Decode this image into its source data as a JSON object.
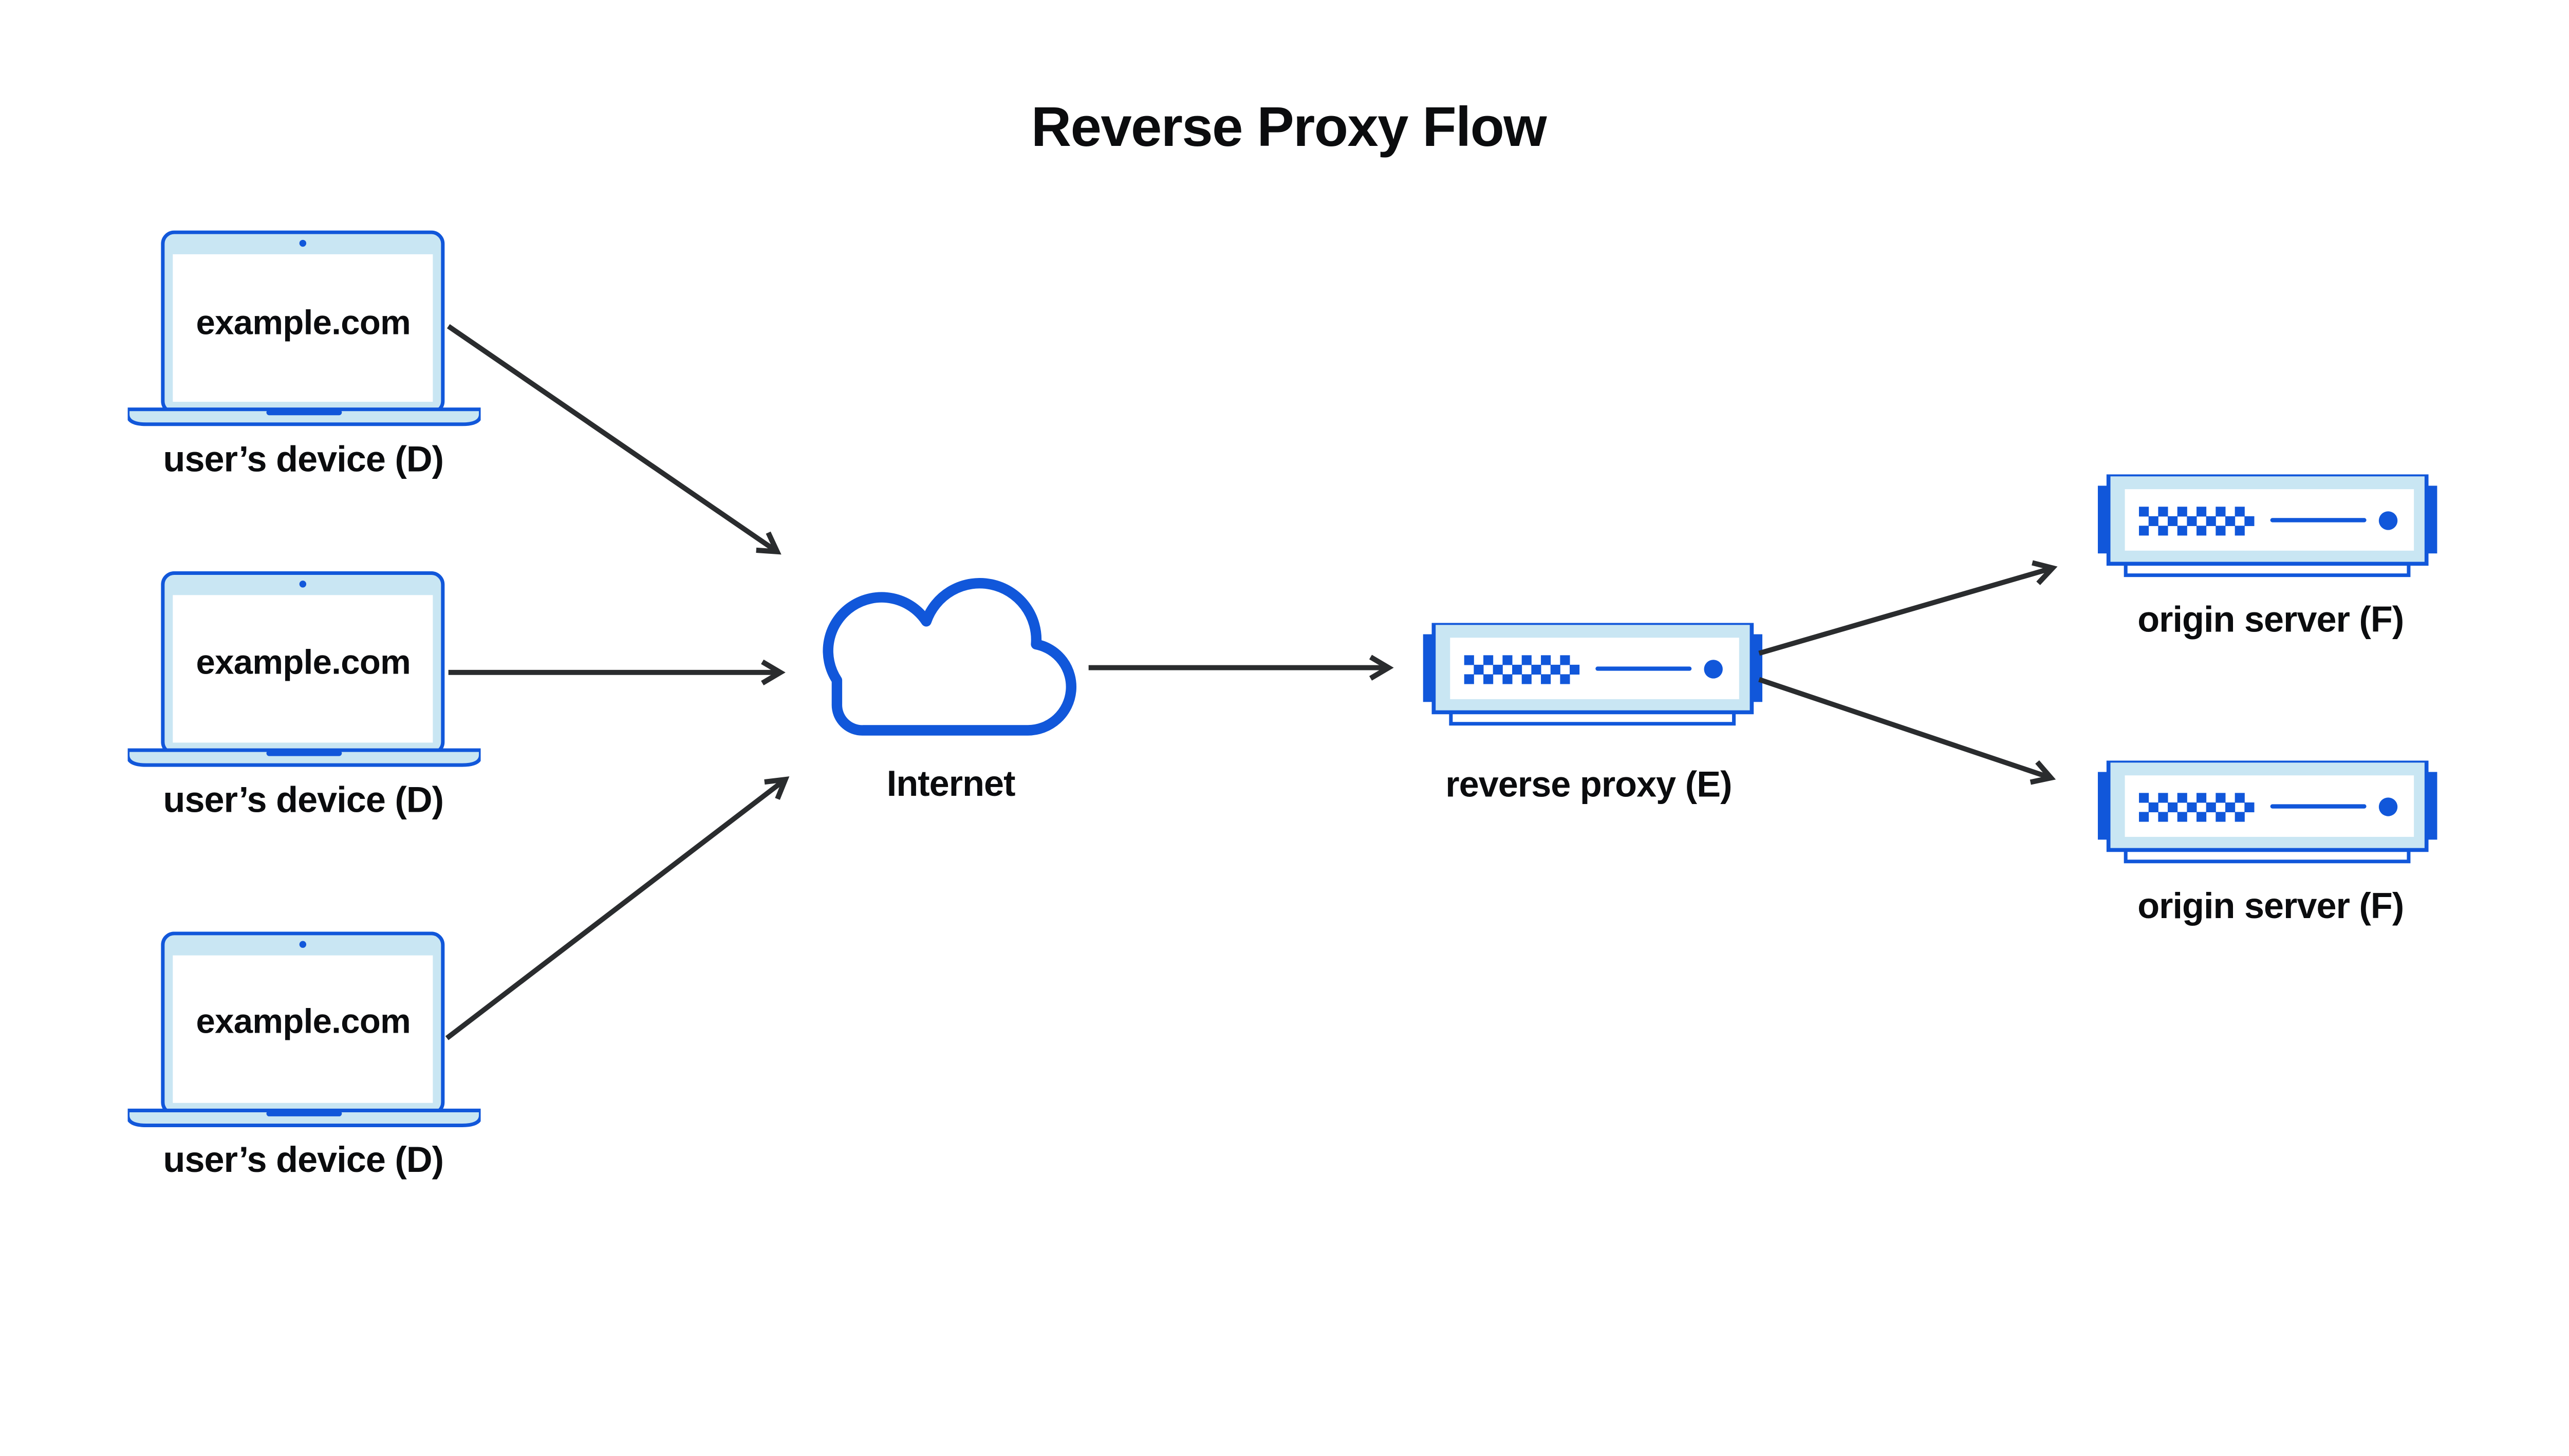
{
  "diagram": {
    "title": "Reverse Proxy Flow",
    "laptop": {
      "screen_text": "example.com",
      "label": "user’s device (D)"
    },
    "internet": {
      "label": "Internet"
    },
    "reverse_proxy": {
      "label": "reverse proxy (E)"
    },
    "origin_servers": [
      {
        "label": "origin server (F)"
      },
      {
        "label": "origin server (F)"
      }
    ],
    "colors": {
      "accent_blue": "#1157DA",
      "light_blue": "#C9E6F3",
      "arrow_dark": "#2A2C2E",
      "text_dark": "#0B0C0E",
      "background": "#FFFFFF"
    }
  }
}
